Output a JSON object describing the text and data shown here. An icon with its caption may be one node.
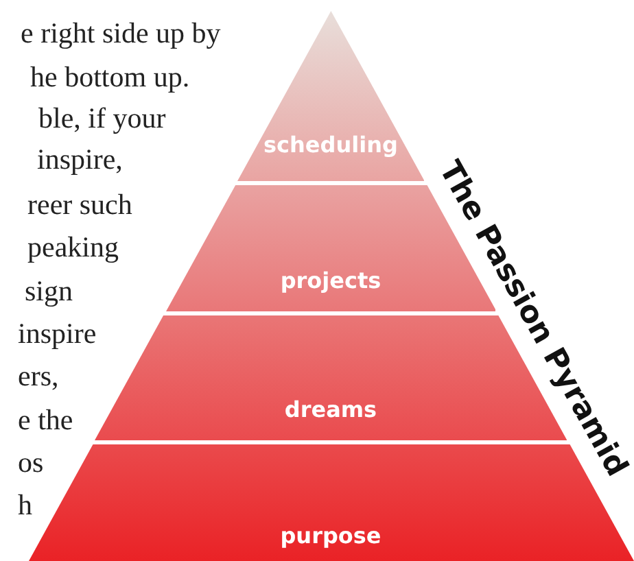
{
  "diagram": {
    "title": "The Passion Pyramid",
    "nodes": [
      {
        "text": [
          "scheduling"
        ]
      },
      {
        "text": [
          "projects"
        ]
      },
      {
        "text": [
          "dreams"
        ]
      },
      {
        "text": [
          "purpose"
        ]
      }
    ],
    "labels": [
      "e right side up by",
      "he bottom up.",
      "ble, if your",
      "inspire,",
      "reer such",
      "peaking",
      "sign",
      "inspire",
      "ers,",
      "e the",
      "os",
      "h"
    ]
  }
}
